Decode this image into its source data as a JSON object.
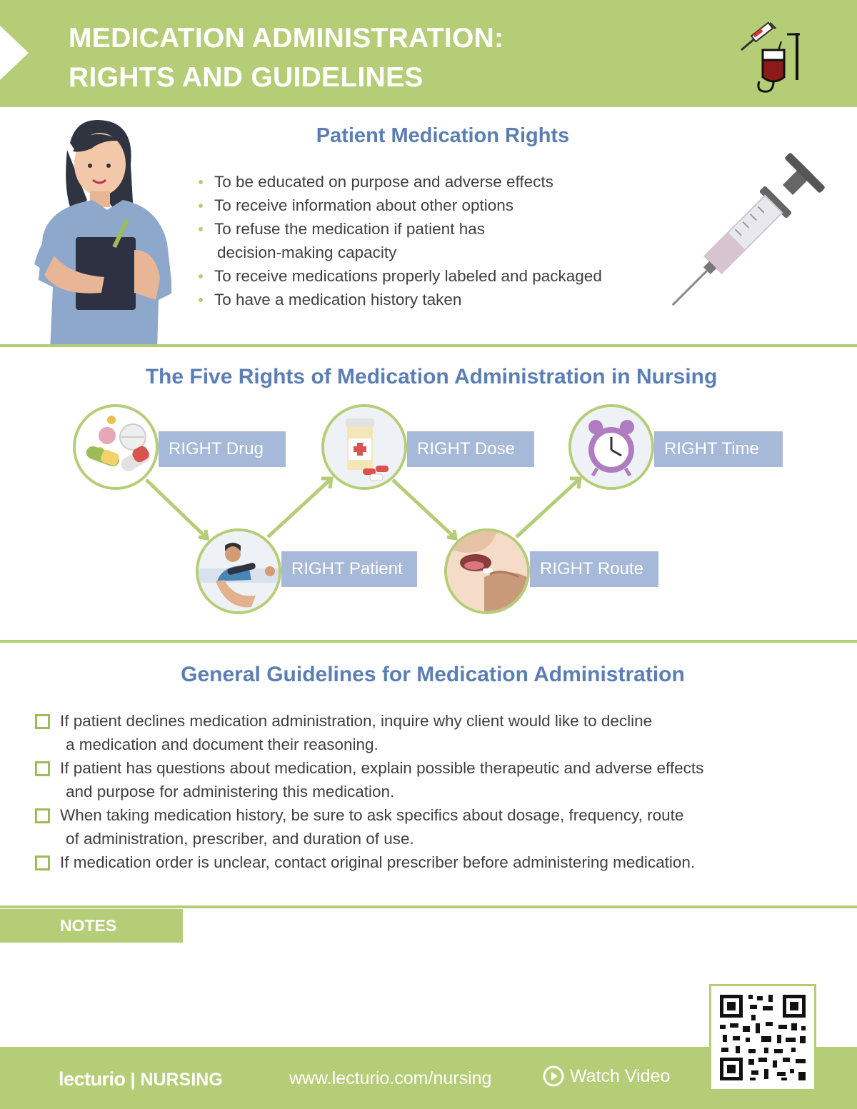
{
  "header": {
    "title_line1": "MEDICATION ADMINISTRATION:",
    "title_line2": "RIGHTS AND GUIDELINES",
    "icon": "iv-syringe-icon"
  },
  "patient_rights": {
    "title": "Patient Medication Rights",
    "items": [
      {
        "line1": "To be educated on purpose and adverse effects",
        "line2": ""
      },
      {
        "line1": "To receive information about other options",
        "line2": ""
      },
      {
        "line1": "To refuse the medication if patient has",
        "line2": "decision-making capacity"
      },
      {
        "line1": "To receive medications properly labeled and packaged",
        "line2": ""
      },
      {
        "line1": "To have a medication history taken",
        "line2": ""
      }
    ]
  },
  "five_rights": {
    "title": "The Five Rights of Medication Administration in Nursing",
    "steps": [
      {
        "label": "RIGHT Drug",
        "icon": "pills-icon"
      },
      {
        "label": "RIGHT Patient",
        "icon": "patient-icon"
      },
      {
        "label": "RIGHT Dose",
        "icon": "pill-bottle-icon"
      },
      {
        "label": "RIGHT Route",
        "icon": "oral-route-icon"
      },
      {
        "label": "RIGHT Time",
        "icon": "alarm-clock-icon"
      }
    ]
  },
  "guidelines": {
    "title": "General Guidelines for Medication Administration",
    "items": [
      {
        "line1": "If patient declines medication administration, inquire why client would like to decline",
        "line2": "a medication and document their reasoning."
      },
      {
        "line1": "If patient has questions about medication, explain possible therapeutic and adverse effects",
        "line2": "and purpose for administering this medication."
      },
      {
        "line1": "When taking medication history, be sure to ask specifics about dosage, frequency, route",
        "line2": "of administration, prescriber, and duration of use."
      },
      {
        "line1": "If medication order is unclear, contact original prescriber before administering medication.",
        "line2": ""
      }
    ]
  },
  "notes": {
    "label": "NOTES"
  },
  "footer": {
    "brand": "lecturio",
    "brand_suffix": "| NURSING",
    "url": "www.lecturio.com/nursing",
    "watch_video": "Watch Video"
  },
  "colors": {
    "accent_green": "#b6cd77",
    "title_blue": "#5b7fb5",
    "label_blue": "#a7b9d9"
  }
}
